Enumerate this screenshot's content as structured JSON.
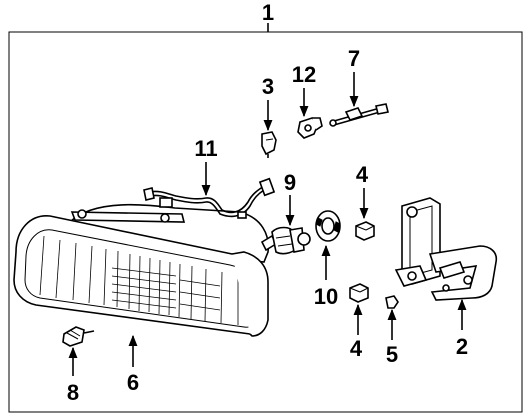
{
  "diagram": {
    "callouts": {
      "c1": "1",
      "c2": "2",
      "c3": "3",
      "c4a": "4",
      "c4b": "4",
      "c5": "5",
      "c6": "6",
      "c7": "7",
      "c8": "8",
      "c9": "9",
      "c10": "10",
      "c11": "11",
      "c12": "12"
    }
  }
}
